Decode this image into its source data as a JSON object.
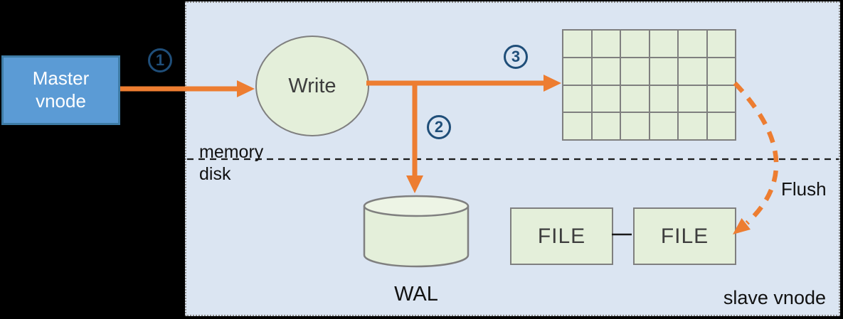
{
  "master": {
    "lines": [
      "Master",
      "vnode"
    ]
  },
  "steps": {
    "one": "1",
    "two": "2",
    "three": "3"
  },
  "write": {
    "label": "Write"
  },
  "separator": {
    "above": "memory",
    "below": "disk"
  },
  "wal": {
    "label": "WAL"
  },
  "files": {
    "file1": "FILE",
    "file2": "FILE"
  },
  "flush": {
    "label": "Flush"
  },
  "panel": {
    "slave_label": "slave vnode"
  },
  "grid": {
    "rows": 4,
    "cols": 6
  },
  "colors": {
    "background": "#000000",
    "panel_fill": "#DBE5F2",
    "panel_border": "#8C8C8C",
    "master_fill": "#5B9BD5",
    "master_border": "#3E7CA6",
    "shape_green": "#E4EFDA",
    "shape_green_light": "#EDF4E5",
    "shape_border_gray": "#7F7F7F",
    "arrow_orange": "#ED7D31",
    "step_navy": "#1F4E79",
    "text_dark": "#3D3D3D",
    "text_black": "#111111"
  }
}
